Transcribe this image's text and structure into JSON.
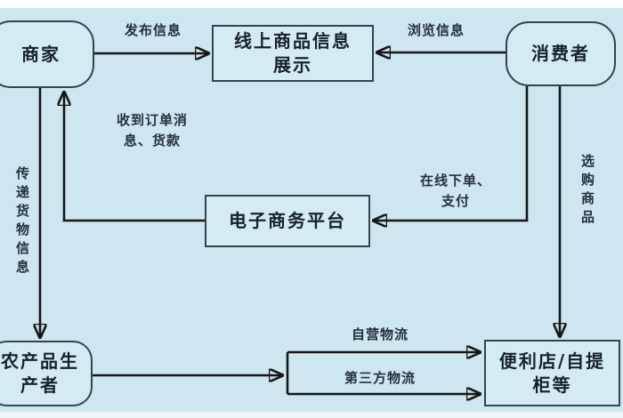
{
  "diagram": {
    "type": "flowchart",
    "language": "zh-CN",
    "nodes": {
      "merchant": {
        "label": "商家",
        "shape": "rounded"
      },
      "online_info": {
        "label": "线上商品信息\n展示",
        "shape": "rect"
      },
      "consumer": {
        "label": "消费者",
        "shape": "rounded"
      },
      "platform": {
        "label": "电子商务平台",
        "shape": "rect"
      },
      "producer": {
        "label": "农产品生\n产者",
        "shape": "rounded"
      },
      "store": {
        "label": "便利店/自提\n柜等",
        "shape": "rect"
      }
    },
    "edge_labels": {
      "publish": "发布信息",
      "browse": "浏览信息",
      "order_received": "收到订单消\n息、货款",
      "online_order": "在线下单、\n支付",
      "deliver_info": "传递货物信息",
      "select": "选购商品",
      "self_logistics": "自营物流",
      "third_party": "第三方物流"
    },
    "edges": [
      {
        "from": "merchant",
        "to": "online_info",
        "label": "发布信息"
      },
      {
        "from": "consumer",
        "to": "online_info",
        "label": "浏览信息"
      },
      {
        "from": "platform",
        "to": "merchant",
        "label": "收到订单消息、货款"
      },
      {
        "from": "consumer",
        "to": "platform",
        "label": "在线下单、支付"
      },
      {
        "from": "merchant",
        "to": "producer",
        "label": "传递货物信息"
      },
      {
        "from": "consumer",
        "to": "store",
        "label": "选购商品"
      },
      {
        "from": "producer",
        "to": "store",
        "label": "自营物流"
      },
      {
        "from": "producer",
        "to": "store",
        "label": "第三方物流"
      }
    ],
    "colors": {
      "background": "#cde6ef",
      "node_fill": "#d5ebf3",
      "node_border": "#34434f",
      "line": "#161616",
      "text": "#17222d",
      "top_band": "#fbfdfe"
    }
  }
}
